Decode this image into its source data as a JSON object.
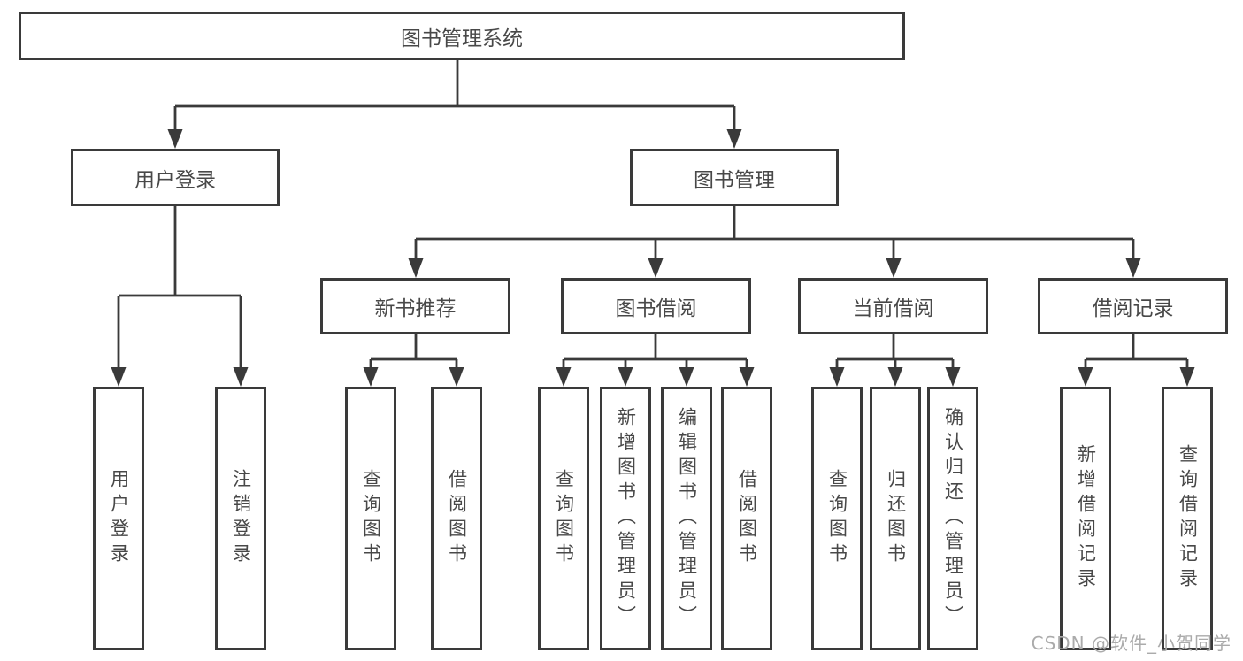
{
  "tree": {
    "root": "图书管理系统",
    "branches": [
      {
        "label": "用户登录",
        "children": [
          "用户登录",
          "注销登录"
        ]
      },
      {
        "label": "图书管理",
        "groups": [
          {
            "label": "新书推荐",
            "children": [
              "查询图书",
              "借阅图书"
            ]
          },
          {
            "label": "图书借阅",
            "children": [
              "查询图书",
              "新增图书（管理员）",
              "编辑图书（管理员）",
              "借阅图书"
            ]
          },
          {
            "label": "当前借阅",
            "children": [
              "查询图书",
              "归还图书",
              "确认归还（管理员）"
            ]
          },
          {
            "label": "借阅记录",
            "children": [
              "新增借阅记录",
              "查询借阅记录"
            ]
          }
        ]
      }
    ]
  },
  "watermark": "CSDN @软件_小贺同学",
  "colors": {
    "line": "#3a3a3a",
    "box_border": "#3a3a3a",
    "text": "#484848",
    "watermark": "#ababab",
    "background": "#ffffff"
  }
}
